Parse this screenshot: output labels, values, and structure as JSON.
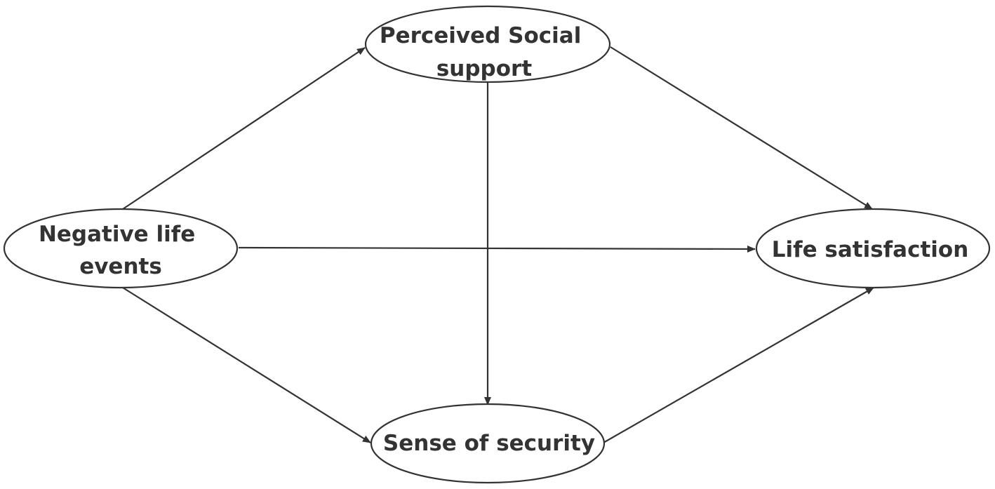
{
  "diagram": {
    "colors": {
      "stroke": "#333333",
      "text": "#333333",
      "background": "#ffffff"
    },
    "nodes": [
      {
        "id": "perceived-social-support",
        "lines": [
          "Perceived Social",
          "support"
        ]
      },
      {
        "id": "negative-life-events",
        "lines": [
          "Negative life",
          "events"
        ]
      },
      {
        "id": "life-satisfaction",
        "lines": [
          "Life satisfaction"
        ]
      },
      {
        "id": "sense-of-security",
        "lines": [
          "Sense of security"
        ]
      }
    ],
    "edges": [
      {
        "from": "negative-life-events",
        "to": "perceived-social-support"
      },
      {
        "from": "negative-life-events",
        "to": "life-satisfaction"
      },
      {
        "from": "negative-life-events",
        "to": "sense-of-security"
      },
      {
        "from": "perceived-social-support",
        "to": "life-satisfaction"
      },
      {
        "from": "perceived-social-support",
        "to": "sense-of-security"
      },
      {
        "from": "sense-of-security",
        "to": "life-satisfaction"
      }
    ]
  }
}
